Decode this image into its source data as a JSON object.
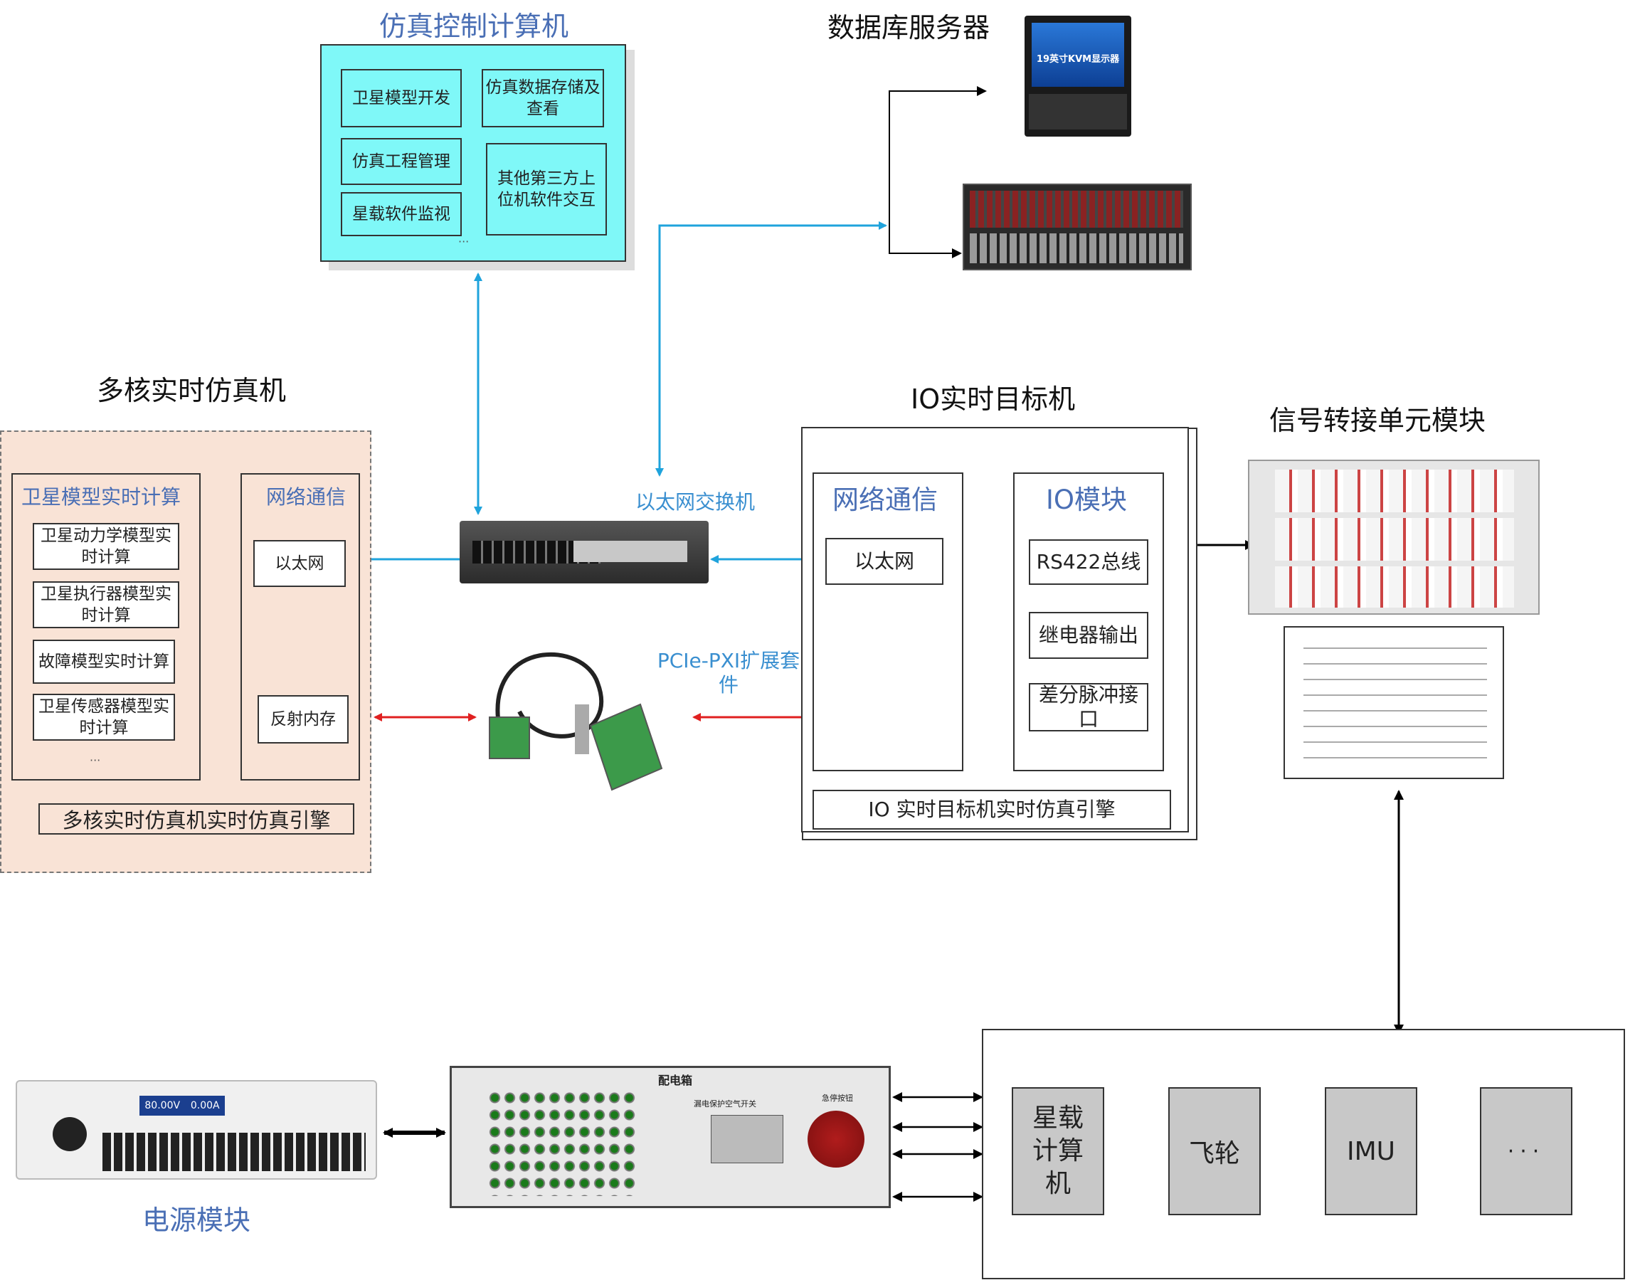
{
  "control_pc": {
    "title": "仿真控制计算机",
    "items": [
      "卫星模型开发",
      "仿真数据存储及查看",
      "仿真工程管理",
      "其他第三方上位机软件交互",
      "星载软件监视"
    ],
    "ellipsis": "···"
  },
  "db_server": {
    "title": "数据库服务器",
    "kvm_text": "19英寸KVM显示器"
  },
  "multicore": {
    "title": "多核实时仿真机",
    "left_header": "卫星模型实时计算",
    "left_items": [
      "卫星动力学模型实时计算",
      "卫星执行器模型实时计算",
      "故障模型实时计算",
      "卫星传感器模型实时计算"
    ],
    "ellipsis": "···",
    "right_header": "网络通信",
    "ethernet": "以太网",
    "reflective_memory": "反射内存",
    "engine": "多核实时仿真机实时仿真引擎"
  },
  "switch": {
    "label": "以太网交换机"
  },
  "pcie": {
    "label": "PCIe-PXI扩展套件"
  },
  "io_target": {
    "title": "IO实时目标机",
    "net_header": "网络通信",
    "ethernet": "以太网",
    "io_header": "IO模块",
    "io_items": [
      "RS422总线",
      "继电器输出",
      "差分脉冲接口"
    ],
    "engine": "IO 实时目标机实时仿真引擎"
  },
  "signal_unit": {
    "title": "信号转接单元模块"
  },
  "power": {
    "label": "电源模块",
    "voltage": "80.00V",
    "current": "0.00A"
  },
  "pdu": {
    "title": "配电箱",
    "breaker_label": "漏电保护空气开关",
    "estop_label": "急停按钮"
  },
  "equipment": {
    "items": [
      "星载计算机",
      "飞轮",
      "IMU"
    ],
    "ellipsis": "···"
  },
  "colors": {
    "cyan_box": "#7ff8f8",
    "peach_box": "#f9e3d6",
    "ethernet_arrow": "#1fa3dc",
    "pcie_arrow": "#e02020",
    "dashed_arrow": "#4a6fb5",
    "equipment_fill": "#c8c8c8"
  }
}
